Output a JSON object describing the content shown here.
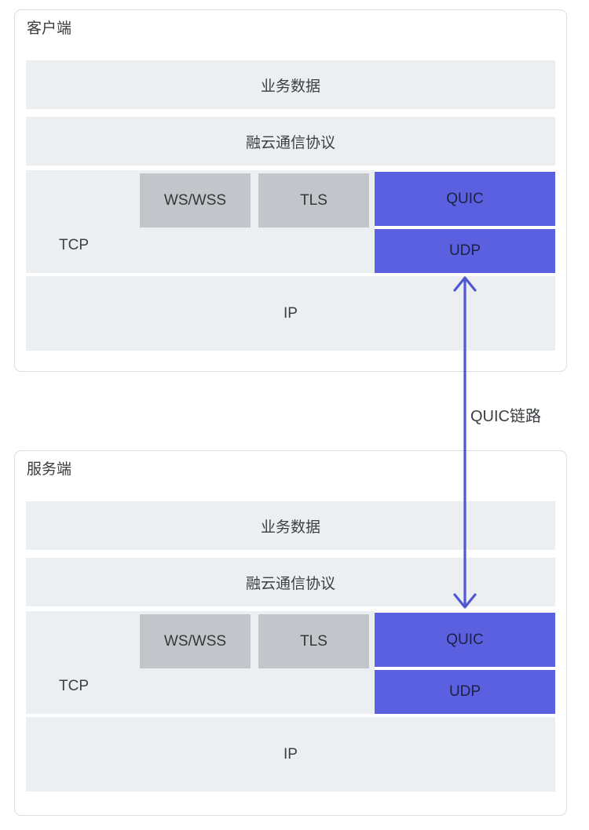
{
  "diagram": {
    "title_hidden": "",
    "accent_blue": "#5a60e0",
    "arrow_blue": "#5158d0",
    "row_bg": "#eceff1",
    "sub_gray": "#c3c5ca",
    "panel_border": "#dedede"
  },
  "link": {
    "label": "QUIC链路",
    "direction": "bidirectional",
    "icon": "double-headed-vertical-arrow"
  },
  "panels": [
    {
      "id": "client",
      "title": "客户端",
      "layers": {
        "data": "业务数据",
        "protocol": "融云通信协议",
        "tcp": "TCP",
        "wswss": "WS/WSS",
        "tls": "TLS",
        "quic": "QUIC",
        "udp": "UDP",
        "ip": "IP"
      }
    },
    {
      "id": "server",
      "title": "服务端",
      "layers": {
        "data": "业务数据",
        "protocol": "融云通信协议",
        "tcp": "TCP",
        "wswss": "WS/WSS",
        "tls": "TLS",
        "quic": "QUIC",
        "udp": "UDP",
        "ip": "IP"
      }
    }
  ]
}
